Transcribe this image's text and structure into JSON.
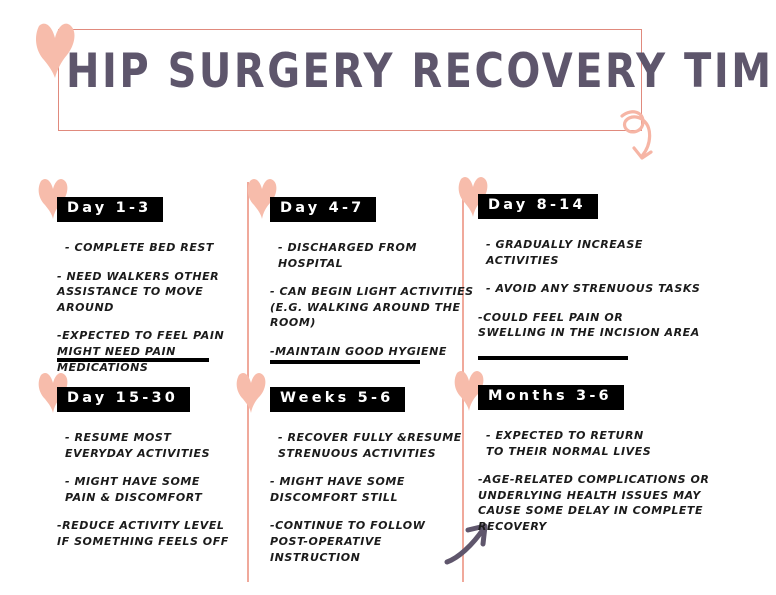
{
  "title": "HIP SURGERY RECOVERY TIME",
  "colors": {
    "heart_pink": "#f7bcab",
    "frame_coral": "#e08a7d",
    "divider_pink": "#f0a99b",
    "title_purple": "#5e566c",
    "arrow_purple": "#5f566c",
    "badge_bg": "#000000",
    "badge_text": "#ffffff",
    "body_text": "#1b1b1b",
    "background": "#ffffff"
  },
  "decorations": {
    "title_heart": "heart-icon",
    "swirl_arrow": "curly-arrow-icon",
    "bottom_arrow": "up-right-arrow-icon",
    "section_hearts": "heart-icon"
  },
  "sections": [
    {
      "badge": "Day 1-3",
      "bullets": [
        "- COMPLETE BED REST",
        "- NEED WALKERS OTHER\nASSISTANCE TO MOVE AROUND",
        "-EXPECTED TO FEEL PAIN\nMIGHT NEED PAIN MEDICATIONS"
      ]
    },
    {
      "badge": "Day 4-7",
      "bullets": [
        "- DISCHARGED FROM HOSPITAL",
        "- CAN BEGIN LIGHT ACTIVITIES\n(E.G. WALKING AROUND THE ROOM)",
        "-MAINTAIN GOOD HYGIENE"
      ]
    },
    {
      "badge": "Day 8-14",
      "bullets": [
        "- GRADUALLY INCREASE ACTIVITIES",
        "- AVOID ANY STRENUOUS TASKS",
        "-COULD FEEL PAIN OR\nSWELLING IN THE INCISION AREA"
      ]
    },
    {
      "badge": "Day 15-30",
      "bullets": [
        "- RESUME MOST\nEVERYDAY  ACTIVITIES",
        "- MIGHT HAVE SOME\nPAIN & DISCOMFORT",
        "-REDUCE ACTIVITY LEVEL\nIF SOMETHING FEELS OFF"
      ]
    },
    {
      "badge": "Weeks 5-6",
      "bullets": [
        "- RECOVER FULLY &RESUME\nSTRENUOUS ACTIVITIES",
        "- MIGHT HAVE SOME\nDISCOMFORT STILL",
        "-CONTINUE TO FOLLOW\nPOST-OPERATIVE\nINSTRUCTION"
      ]
    },
    {
      "badge": "Months 3-6",
      "bullets": [
        "- EXPECTED TO RETURN\nTO THEIR NORMAL LIVES",
        "-AGE-RELATED COMPLICATIONS OR\nUNDERLYING HEALTH ISSUES MAY\nCAUSE SOME DELAY IN COMPLETE RECOVERY"
      ]
    }
  ]
}
